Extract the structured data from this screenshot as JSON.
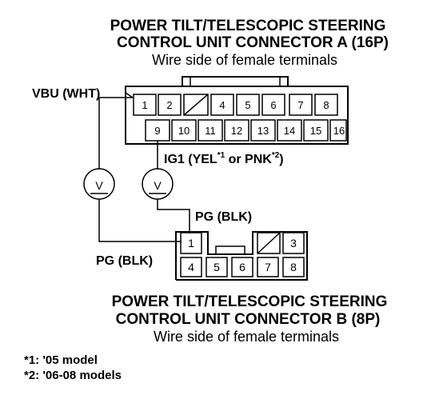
{
  "connector_a": {
    "title_line1": "POWER TILT/TELESCOPIC STEERING",
    "title_line2": "CONTROL UNIT CONNECTOR A (16P)",
    "subtitle": "Wire side of female terminals",
    "top_pins": [
      "1",
      "2",
      "",
      "4",
      "5",
      "6",
      "7",
      "8"
    ],
    "bottom_pins": [
      "9",
      "10",
      "11",
      "12",
      "13",
      "14",
      "15",
      "16"
    ]
  },
  "connector_b": {
    "title_line1": "POWER TILT/TELESCOPIC STEERING",
    "title_line2": "CONTROL UNIT CONNECTOR B (8P)",
    "subtitle": "Wire side of female terminals",
    "top_pins": [
      "1",
      "3"
    ],
    "bottom_pins": [
      "4",
      "5",
      "6",
      "7",
      "8"
    ]
  },
  "labels": {
    "vbu": "VBU (WHT)",
    "ig1_main": "IG1 (YEL",
    "ig1_sup1": "*1",
    "ig1_or": " or PNK",
    "ig1_sup2": "*2",
    "ig1_close": ")",
    "pg_top": "PG (BLK)",
    "pg_left": "PG (BLK)"
  },
  "meter_symbol": "V",
  "notes": [
    "*1: '05 model",
    "*2: '06-08 models"
  ]
}
